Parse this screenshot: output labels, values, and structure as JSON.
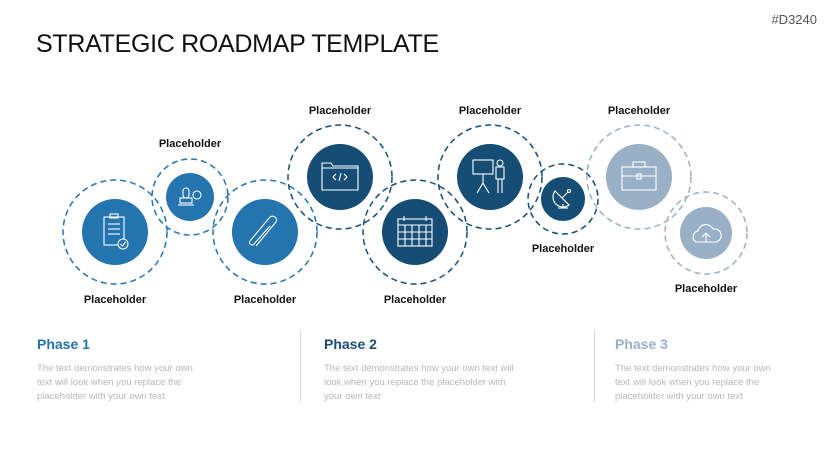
{
  "code": "#D3240",
  "title": "STRATEGIC ROADMAP TEMPLATE",
  "colors": {
    "phase1": "#2474b0",
    "phase2": "#154d75",
    "phase3": "#9ab0c7"
  },
  "milestones": [
    {
      "label": "Placeholder",
      "icon": "clipboard-check-icon"
    },
    {
      "label": "Placeholder",
      "icon": "stamp-icon"
    },
    {
      "label": "Placeholder",
      "icon": "paperclip-icon"
    },
    {
      "label": "Placeholder",
      "icon": "code-folder-icon"
    },
    {
      "label": "Placeholder",
      "icon": "calendar-icon"
    },
    {
      "label": "Placeholder",
      "icon": "presentation-icon"
    },
    {
      "label": "Placeholder",
      "icon": "satellite-dish-icon"
    },
    {
      "label": "Placeholder",
      "icon": "briefcase-icon"
    },
    {
      "label": "Placeholder",
      "icon": "cloud-upload-icon"
    }
  ],
  "phases": [
    {
      "title": "Phase 1",
      "text": "The text demonstrates how your own text will look when you replace the placeholder with your own text"
    },
    {
      "title": "Phase 2",
      "text": "The text demonstrates how your own text will look when you replace the placeholder with your own text"
    },
    {
      "title": "Phase 3",
      "text": "The text demonstrates how your own text will look when you replace the placeholder with your own text"
    }
  ]
}
